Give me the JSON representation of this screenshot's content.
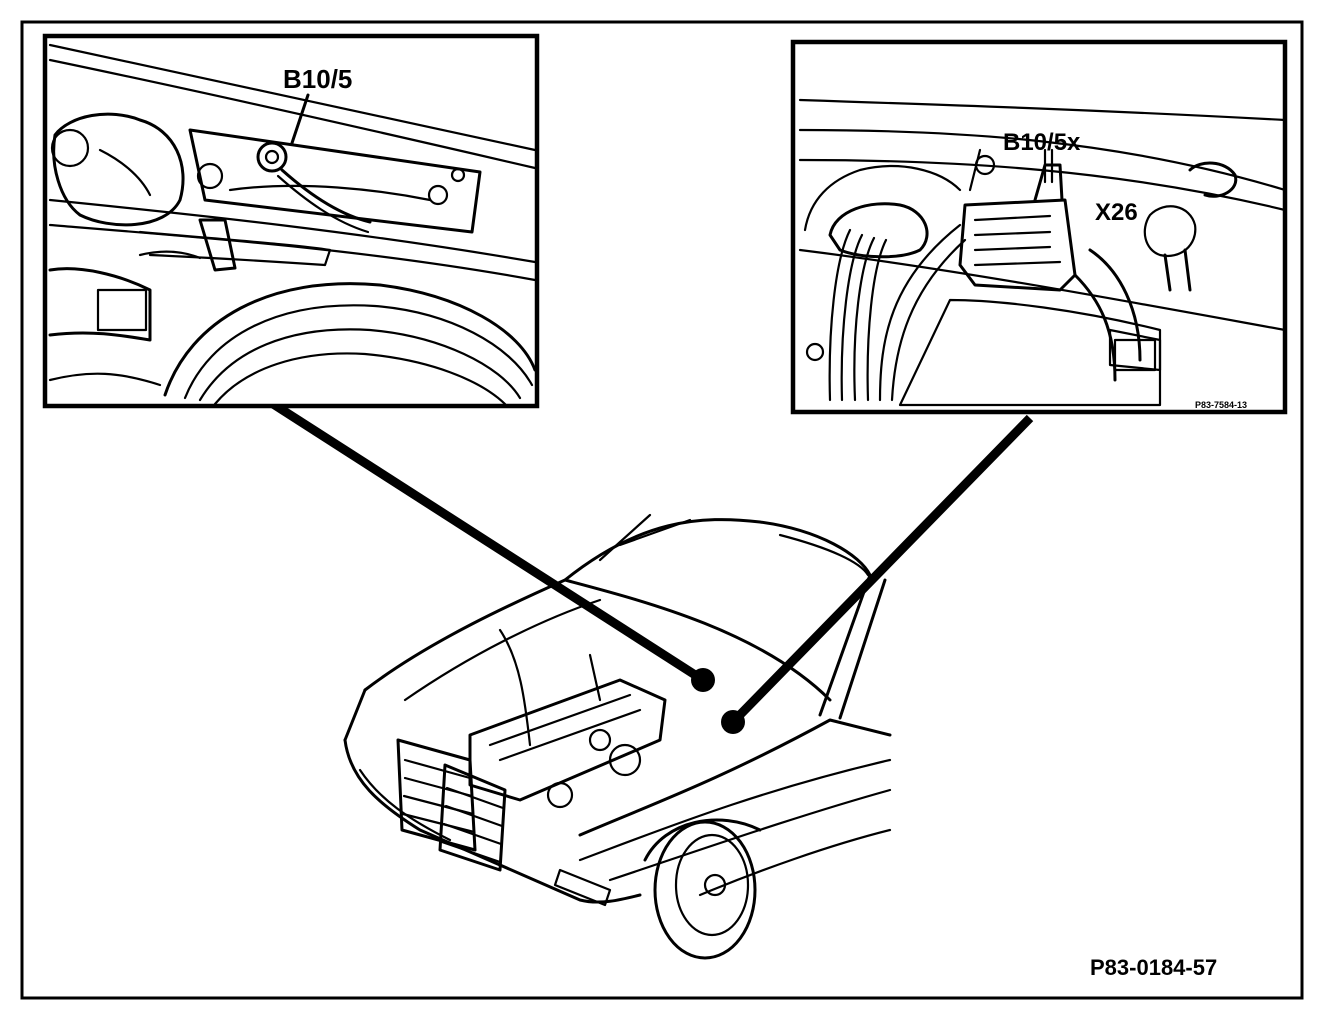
{
  "labels": {
    "left_inset_component": "B10/5",
    "right_inset_connector_a": "B10/5x",
    "right_inset_connector_b": "X26",
    "right_inset_ref": "P83-7584-13",
    "figure_id": "P83-0184-57"
  },
  "colors": {
    "ink": "#000000",
    "paper": "#ffffff"
  }
}
